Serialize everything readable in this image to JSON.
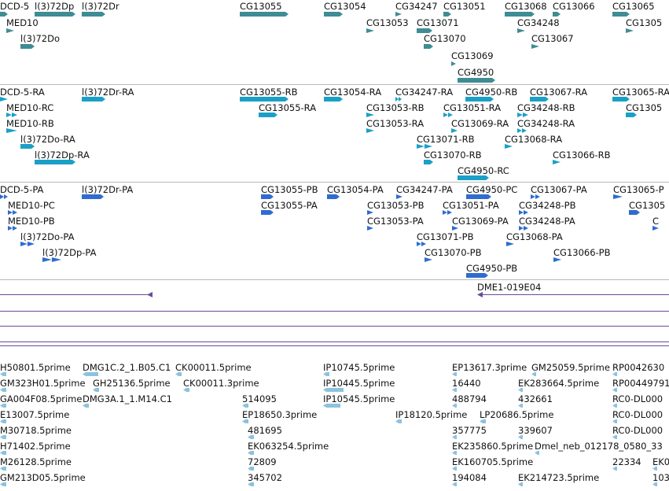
{
  "colors": {
    "gene": "#3f8c94",
    "rna": "#1aa0c7",
    "protein": "#2f6bd0",
    "clone": "#6b4a9a",
    "est": "#8cc2de",
    "separator": "#b8b8b8"
  },
  "tracks": {
    "genes": [
      {
        "label": "DCD-5"
      },
      {
        "label": "l(3)72Dp"
      },
      {
        "label": "l(3)72Dr"
      },
      {
        "label": "CG13055"
      },
      {
        "label": "CG13054"
      },
      {
        "label": "CG34247"
      },
      {
        "label": "CG13051"
      },
      {
        "label": "CG13068"
      },
      {
        "label": "CG13066"
      },
      {
        "label": "CG13065"
      },
      {
        "label": "MED10"
      },
      {
        "label": "CG13053"
      },
      {
        "label": "CG13071"
      },
      {
        "label": "CG34248"
      },
      {
        "label": "CG1305"
      },
      {
        "label": "l(3)72Do"
      },
      {
        "label": "CG13070"
      },
      {
        "label": "CG13067"
      },
      {
        "label": "CG13069"
      },
      {
        "label": "CG4950"
      }
    ],
    "transcripts": [
      {
        "label": "DCD-5-RA"
      },
      {
        "label": "l(3)72Dr-RA"
      },
      {
        "label": "CG13055-RB"
      },
      {
        "label": "CG13054-RA"
      },
      {
        "label": "CG34247-RA"
      },
      {
        "label": "CG4950-RB"
      },
      {
        "label": "CG13067-RA"
      },
      {
        "label": "CG13065-RA"
      },
      {
        "label": "MED10-RC"
      },
      {
        "label": "CG13055-RA"
      },
      {
        "label": "CG13053-RB"
      },
      {
        "label": "CG13051-RA"
      },
      {
        "label": "CG34248-RB"
      },
      {
        "label": "CG1305"
      },
      {
        "label": "MED10-RB"
      },
      {
        "label": "CG13053-RA"
      },
      {
        "label": "CG13069-RA"
      },
      {
        "label": "CG34248-RA"
      },
      {
        "label": "l(3)72Do-RA"
      },
      {
        "label": "CG13071-RB"
      },
      {
        "label": "CG13068-RA"
      },
      {
        "label": "l(3)72Dp-RA"
      },
      {
        "label": "CG13070-RB"
      },
      {
        "label": "CG13066-RB"
      },
      {
        "label": "CG4950-RC"
      }
    ],
    "proteins": [
      {
        "label": "DCD-5-PA"
      },
      {
        "label": "l(3)72Dr-PA"
      },
      {
        "label": "CG13055-PB"
      },
      {
        "label": "CG13054-PA"
      },
      {
        "label": "CG34247-PA"
      },
      {
        "label": "CG4950-PC"
      },
      {
        "label": "CG13067-PA"
      },
      {
        "label": "CG13065-P"
      },
      {
        "label": "MED10-PC"
      },
      {
        "label": "CG13055-PA"
      },
      {
        "label": "CG13053-PB"
      },
      {
        "label": "CG13051-PA"
      },
      {
        "label": "CG34248-PB"
      },
      {
        "label": "CG1305"
      },
      {
        "label": "MED10-PB"
      },
      {
        "label": "CG13053-PA"
      },
      {
        "label": "CG13069-PA"
      },
      {
        "label": "CG34248-PA"
      },
      {
        "label": "C"
      },
      {
        "label": "l(3)72Do-PA"
      },
      {
        "label": "CG13071-PB"
      },
      {
        "label": "CG13068-PA"
      },
      {
        "label": "l(3)72Dp-PA"
      },
      {
        "label": "CG13070-PB"
      },
      {
        "label": "CG13066-PB"
      },
      {
        "label": "CG4950-PB"
      }
    ],
    "clones": [
      {
        "label": ""
      },
      {
        "label": "DME1-019E04"
      }
    ],
    "ests": [
      {
        "label": "H50801.5prime"
      },
      {
        "label": "DMG1C.2_1.B05.C1"
      },
      {
        "label": "CK00011.5prime"
      },
      {
        "label": "IP10745.5prime"
      },
      {
        "label": "EP13617.3prime"
      },
      {
        "label": "GM25059.5prime"
      },
      {
        "label": "RP0042630"
      },
      {
        "label": "GM323H01.5prime"
      },
      {
        "label": "GH25136.5prime"
      },
      {
        "label": "CK00011.3prime"
      },
      {
        "label": "IP10445.5prime"
      },
      {
        "label": "16440"
      },
      {
        "label": "EK283664.5prime"
      },
      {
        "label": "RP00449791"
      },
      {
        "label": "GA004F08.5prime"
      },
      {
        "label": "DMG3A.1_1.M14.C1"
      },
      {
        "label": "514095"
      },
      {
        "label": "IP10545.5prime"
      },
      {
        "label": "488794"
      },
      {
        "label": "432661"
      },
      {
        "label": "RC0-DL000"
      },
      {
        "label": "E13007.5prime"
      },
      {
        "label": "EP18650.3prime"
      },
      {
        "label": "IP18120.5prime"
      },
      {
        "label": "LP20686.5prime"
      },
      {
        "label": "RC0-DL000"
      },
      {
        "label": "M30718.5prime"
      },
      {
        "label": "481695"
      },
      {
        "label": "357775"
      },
      {
        "label": "339607"
      },
      {
        "label": "RC0-DL000"
      },
      {
        "label": "H71402.5prime"
      },
      {
        "label": "EK063254.5prime"
      },
      {
        "label": "EK235860.5prime"
      },
      {
        "label": "Dmel_neb_012178_0580_33"
      },
      {
        "label": "M26128.5prime"
      },
      {
        "label": "72809"
      },
      {
        "label": "EK160705.5prime"
      },
      {
        "label": "22334"
      },
      {
        "label": "EK0"
      },
      {
        "label": "GM213D05.5prime"
      },
      {
        "label": "345702"
      },
      {
        "label": "194084"
      },
      {
        "label": "EK214723.5prime"
      },
      {
        "label": "103"
      }
    ]
  }
}
